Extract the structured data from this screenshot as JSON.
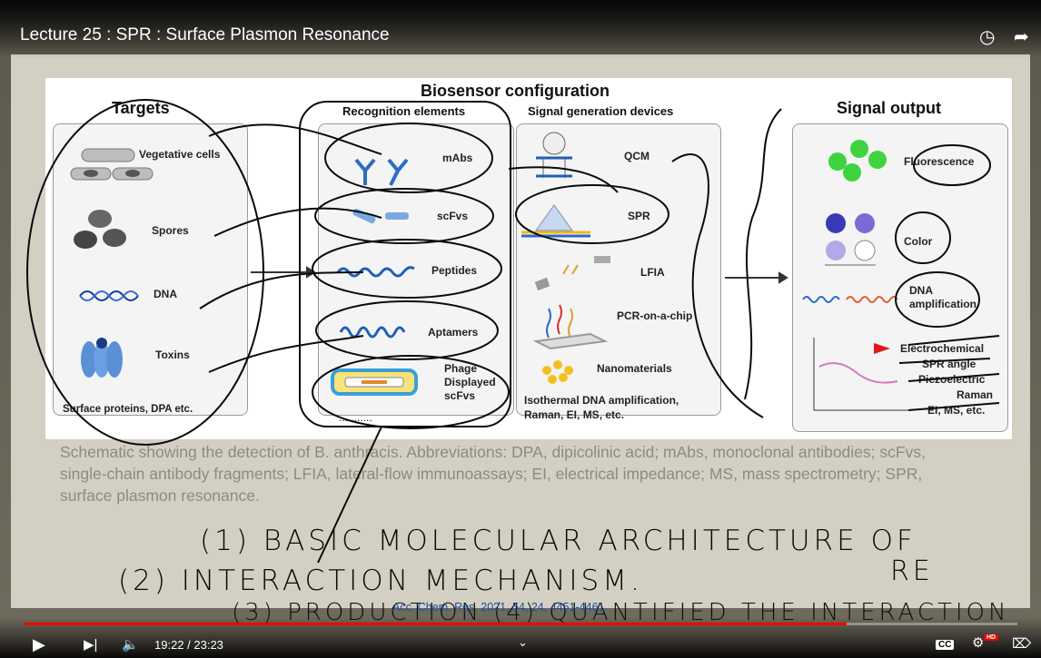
{
  "video": {
    "title": "Lecture 25 : SPR : Surface Plasmon Resonance",
    "time_current": "19:22",
    "time_total": "23:23",
    "time_display": "19:22 / 23:23",
    "progress_fraction": 0.828,
    "cc_label": "CC",
    "hd_label": "HD"
  },
  "figure": {
    "title": "Biosensor configuration",
    "targets": {
      "title": "Targets",
      "items": [
        "Vegetative cells",
        "Spores",
        "DNA",
        "Toxins"
      ],
      "footer": "Surface proteins, DPA etc."
    },
    "recognition": {
      "title": "Recognition elements",
      "items": [
        "mAbs",
        "scFvs",
        "Peptides",
        "Aptamers",
        "Phage Displayed scFvs"
      ],
      "more": "..........."
    },
    "signal_devices": {
      "title": "Signal generation devices",
      "items": [
        "QCM",
        "SPR",
        "LFIA",
        "PCR-on-a-chip",
        "Nanomaterials"
      ],
      "footer": "Isothermal DNA amplification, Raman, EI, MS, etc."
    },
    "output": {
      "title": "Signal output",
      "items": [
        "Fluorescence",
        "Color",
        "DNA amplification"
      ],
      "list": [
        "Electrochemical",
        "SPR angle",
        "Piezoelectric",
        "Raman",
        "EI, MS, etc."
      ]
    }
  },
  "caption": "Schematic showing the detection of B. anthracis. Abbreviations: DPA, dipicolinic acid; mAbs, monoclonal antibodies; scFvs, single-chain antibody fragments; LFIA, lateral-flow immunoassays; EI, electrical impedance; MS, mass spectrometry; SPR, surface plasmon resonance.",
  "citation": "Acc. Chem. Res. 2021, 54, 24, 4451-4461",
  "handwriting": {
    "line1": "(1) BASIC MOLECULAR ARCHITECTURE OF",
    "line1b": "RE",
    "line2": "(2) INTERACTION MECHANISM.",
    "line3": "(3) PRODUCTION (4) QUANTIFIED THE INTERACTION"
  }
}
